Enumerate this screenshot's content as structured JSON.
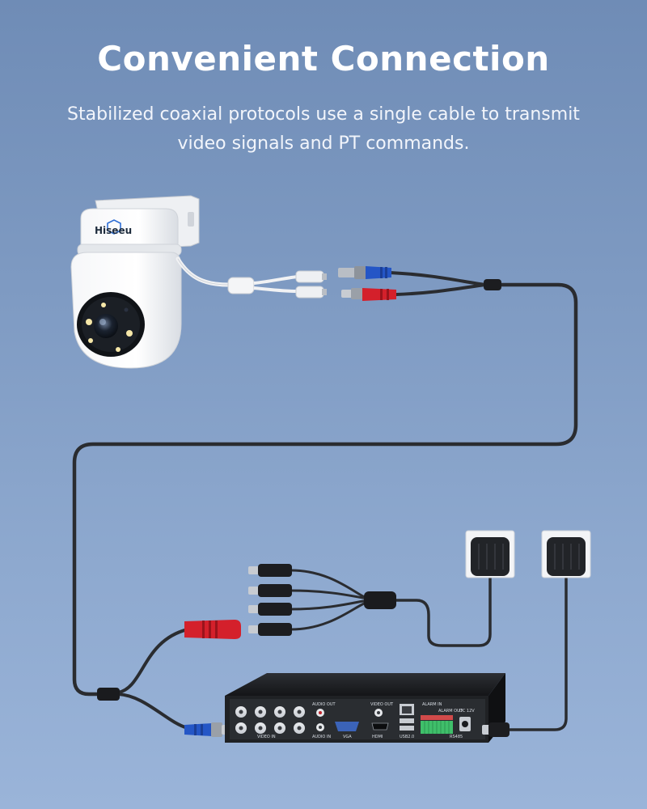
{
  "header": {
    "title": "Convenient Connection",
    "subtitle": "Stabilized coaxial protocols use a single cable to transmit video signals and PT commands."
  },
  "camera": {
    "brand": "Hiseeu"
  },
  "dvr": {
    "labels": {
      "video_in": "VIDEO IN",
      "audio_out": "AUDIO OUT",
      "audio_in": "AUDIO IN",
      "vga": "VGA",
      "video_out": "VIDEO OUT",
      "hdmi": "HDMI",
      "usb": "USB2.0",
      "alarm_in": "ALARM IN",
      "alarm_out": "ALARM OUT",
      "rs485": "RS485",
      "dc": "DC 12V"
    }
  },
  "colors": {
    "background_top": "#6f8cb6",
    "background_bottom": "#9ab4d9",
    "cable": "#2a2c30",
    "video_connector": "#2456c6",
    "power_connector": "#d4202b",
    "dvr_body": "#1f2124",
    "terminal_green": "#3fbf6a"
  },
  "icons": [
    "camera-icon",
    "power-adapter-icon",
    "dvr-icon",
    "bnc-connector-icon",
    "dc-connector-icon"
  ]
}
